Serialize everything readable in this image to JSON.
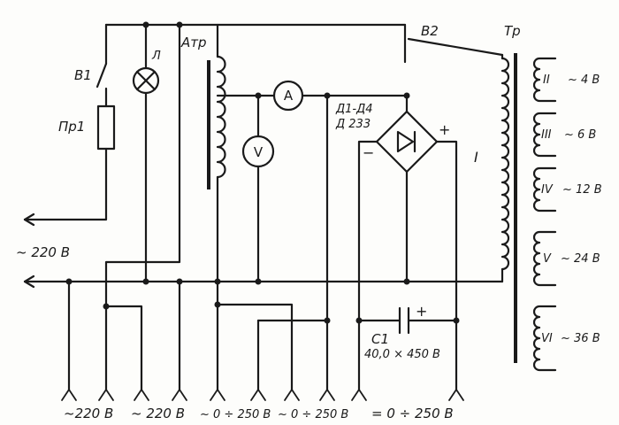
{
  "labels": {
    "switch_b1": "В1",
    "fuse_pr1": "Пр1",
    "lamp_l": "Л",
    "autotransformer": "Атр",
    "switch_b2": "В2",
    "transformer": "Тр",
    "ammeter": "А",
    "voltmeter": "V",
    "diodes": "Д1-Д4",
    "diode_type": "Д 233",
    "minus": "−",
    "plus": "+",
    "cap_plus": "+",
    "primary": "I",
    "mains": "~ 220 В",
    "capacitor": "С1",
    "capacitor_value": "40,0 × 450 В"
  },
  "secondaries": [
    {
      "winding": "II",
      "voltage": "~ 4 В"
    },
    {
      "winding": "III",
      "voltage": "~ 6 В"
    },
    {
      "winding": "IV",
      "voltage": "~ 12 В"
    },
    {
      "winding": "V",
      "voltage": "~ 24 В"
    },
    {
      "winding": "VI",
      "voltage": "~ 36 В"
    }
  ],
  "outputs": [
    "~220 В",
    "~ 220 В",
    "~ 0 ÷ 250 В",
    "~ 0 ÷ 250 В",
    "= 0 ÷ 250 В"
  ]
}
